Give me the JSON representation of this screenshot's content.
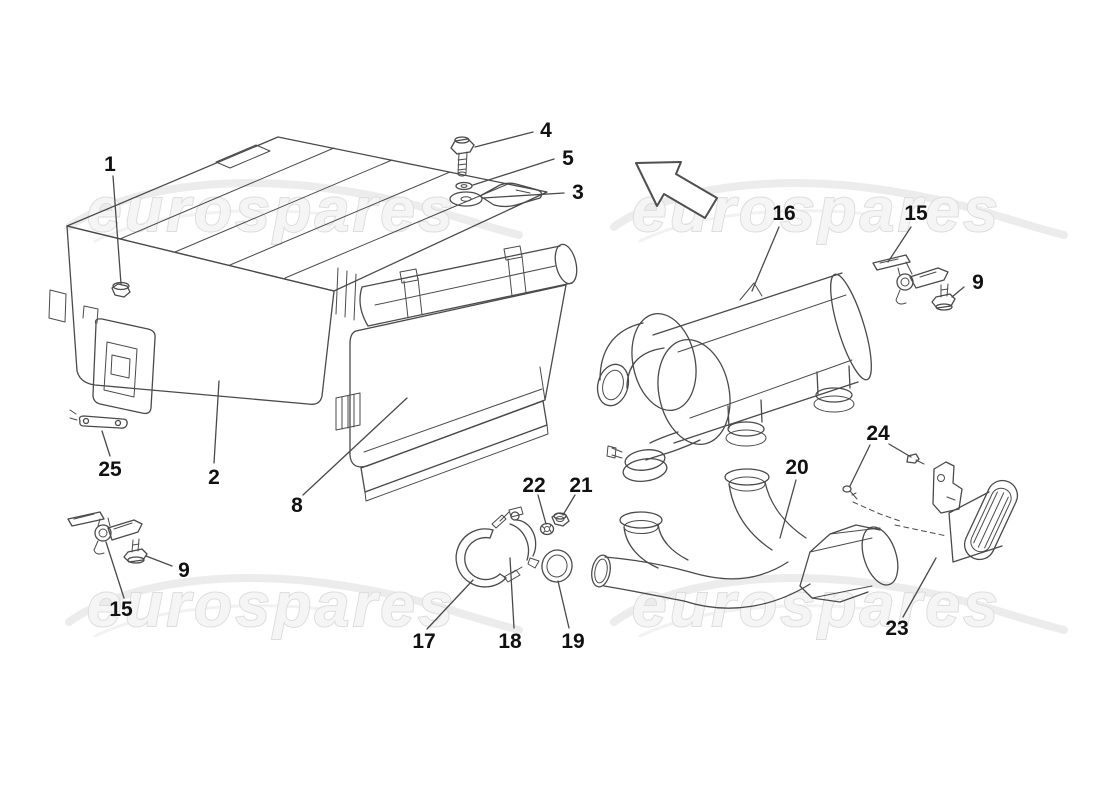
{
  "page": {
    "background": "#ffffff"
  },
  "watermark": {
    "text": "eurospares",
    "fill": "#f5f5f5",
    "outline": "#dddddd",
    "swoosh_color": "#ececec"
  },
  "diagram": {
    "type": "exploded-parts-diagram",
    "subject": "exhaust-system",
    "line_color": "#4a4a4a",
    "label_color": "#111111",
    "callouts": [
      {
        "label": "1"
      },
      {
        "label": "2"
      },
      {
        "label": "3"
      },
      {
        "label": "4"
      },
      {
        "label": "5"
      },
      {
        "label": "8"
      },
      {
        "label": "9"
      },
      {
        "label": "9"
      },
      {
        "label": "15"
      },
      {
        "label": "15"
      },
      {
        "label": "16"
      },
      {
        "label": "17"
      },
      {
        "label": "18"
      },
      {
        "label": "19"
      },
      {
        "label": "20"
      },
      {
        "label": "21"
      },
      {
        "label": "22"
      },
      {
        "label": "23"
      },
      {
        "label": "24"
      },
      {
        "label": "25"
      }
    ]
  }
}
